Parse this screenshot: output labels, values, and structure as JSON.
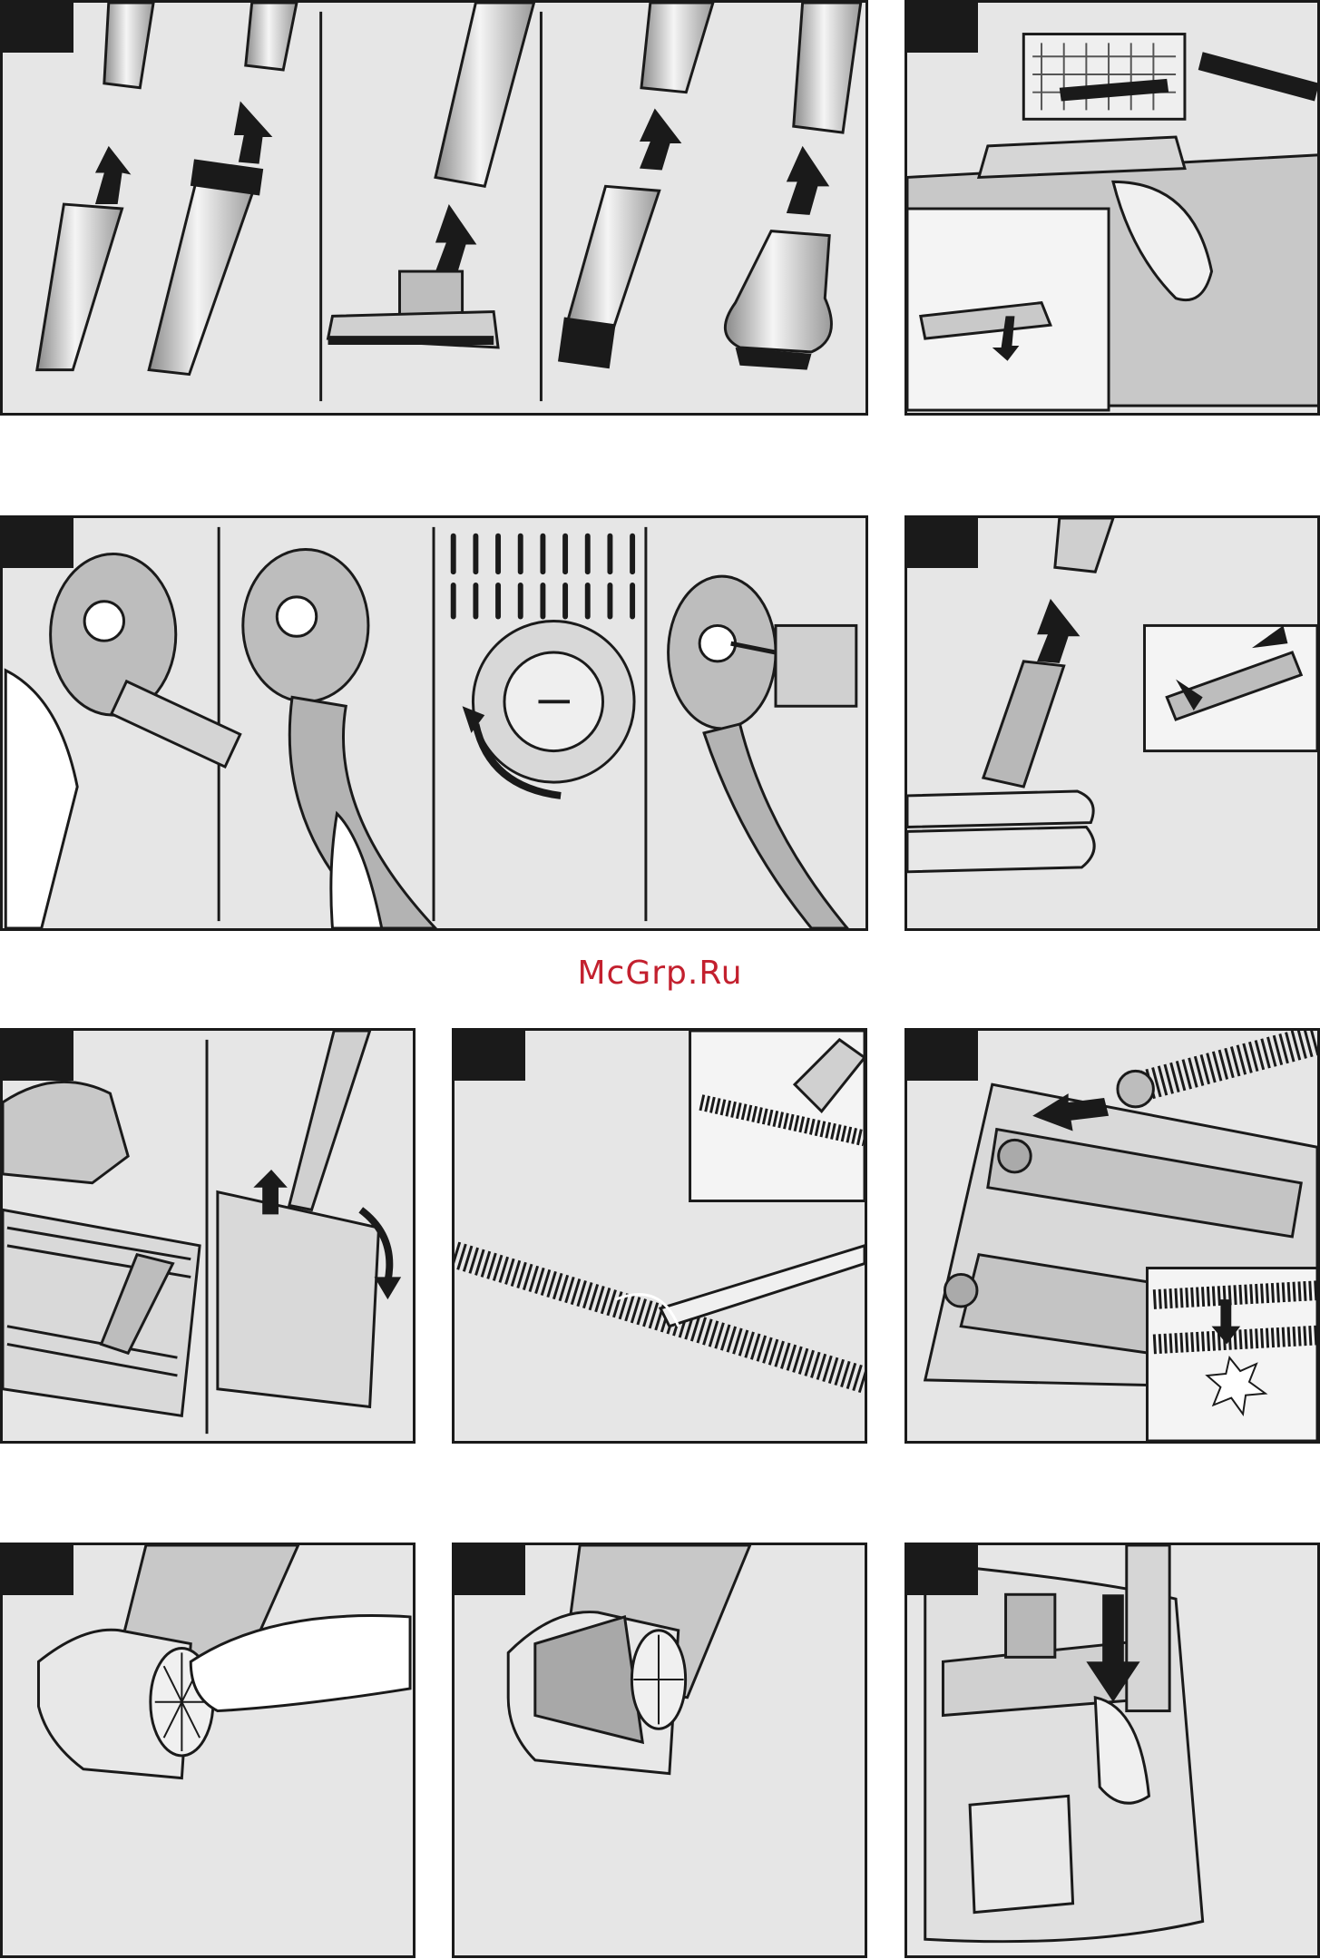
{
  "page": {
    "watermark_text": "McGrp.Ru",
    "watermark_color": "#c3202e",
    "panel_background": "#e6e6e6",
    "border_color": "#1a1a1a"
  },
  "panels": [
    {
      "id": "p1",
      "icon": "nozzle-attachments-icon"
    },
    {
      "id": "p2",
      "icon": "filter-replacement-icon"
    },
    {
      "id": "p3",
      "icon": "hose-connection-icon"
    },
    {
      "id": "p4",
      "icon": "floor-nozzle-icon"
    },
    {
      "id": "p5",
      "icon": "brush-roll-cleaning-icon"
    },
    {
      "id": "p6",
      "icon": "cutting-hair-icon"
    },
    {
      "id": "p7",
      "icon": "brush-roll-insert-icon"
    },
    {
      "id": "p8",
      "icon": "wheel-removal-icon"
    },
    {
      "id": "p9",
      "icon": "wheel-cover-icon"
    },
    {
      "id": "p10",
      "icon": "tube-storage-icon"
    }
  ]
}
